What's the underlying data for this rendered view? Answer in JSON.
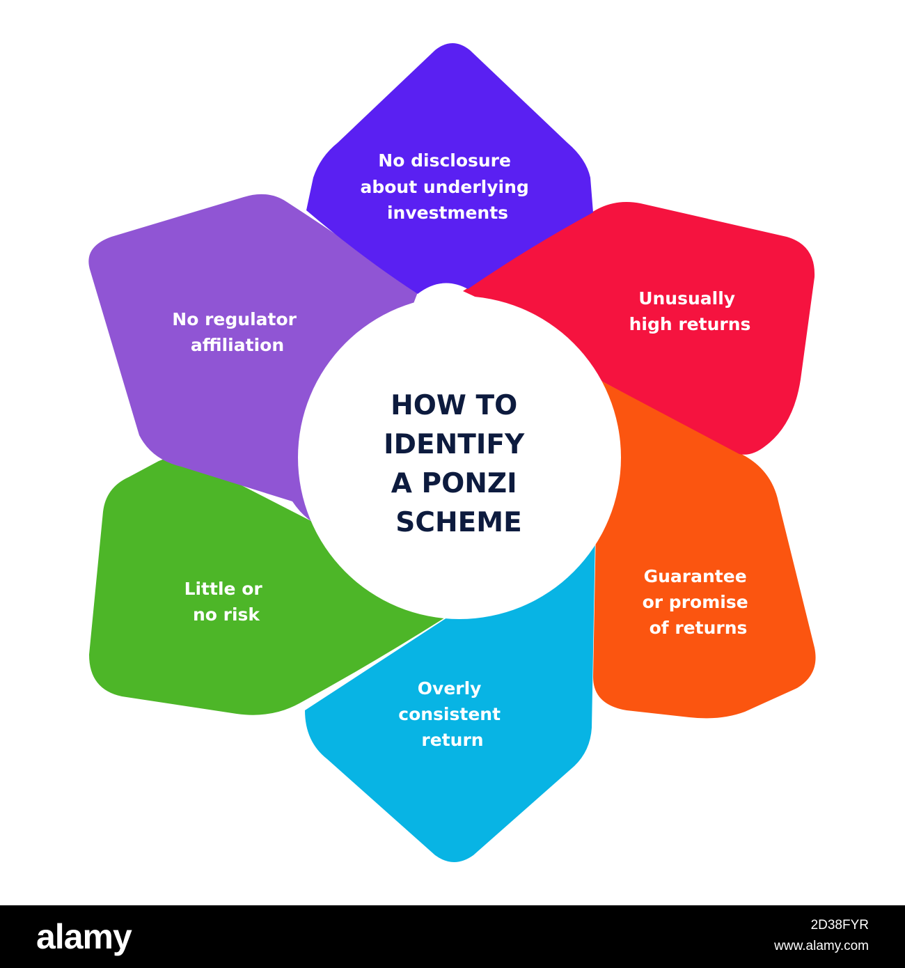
{
  "diagram": {
    "center": {
      "lines": [
        "HOW TO",
        "IDENTIFY",
        "A PONZI",
        "SCHEME"
      ],
      "text_color": "#0d1b3e"
    },
    "petals": [
      {
        "id": "top",
        "lines": [
          "No disclosure",
          "about underlying",
          "investments"
        ],
        "color": "#5a20f2"
      },
      {
        "id": "upper-right",
        "lines": [
          "Unusually",
          "high returns"
        ],
        "color": "#f5133f"
      },
      {
        "id": "lower-right",
        "lines": [
          "Guarantee",
          "or promise",
          "of returns"
        ],
        "color": "#fb5510"
      },
      {
        "id": "bottom",
        "lines": [
          "Overly",
          "consistent",
          "return"
        ],
        "color": "#08b4e4"
      },
      {
        "id": "lower-left",
        "lines": [
          "Little or",
          "no risk"
        ],
        "color": "#4db628"
      },
      {
        "id": "upper-left",
        "lines": [
          "No regulator",
          "affiliation"
        ],
        "color": "#9055d4"
      }
    ]
  },
  "footer": {
    "logo": "alamy",
    "image_id": "2D38FYR",
    "site": "www.alamy.com"
  }
}
